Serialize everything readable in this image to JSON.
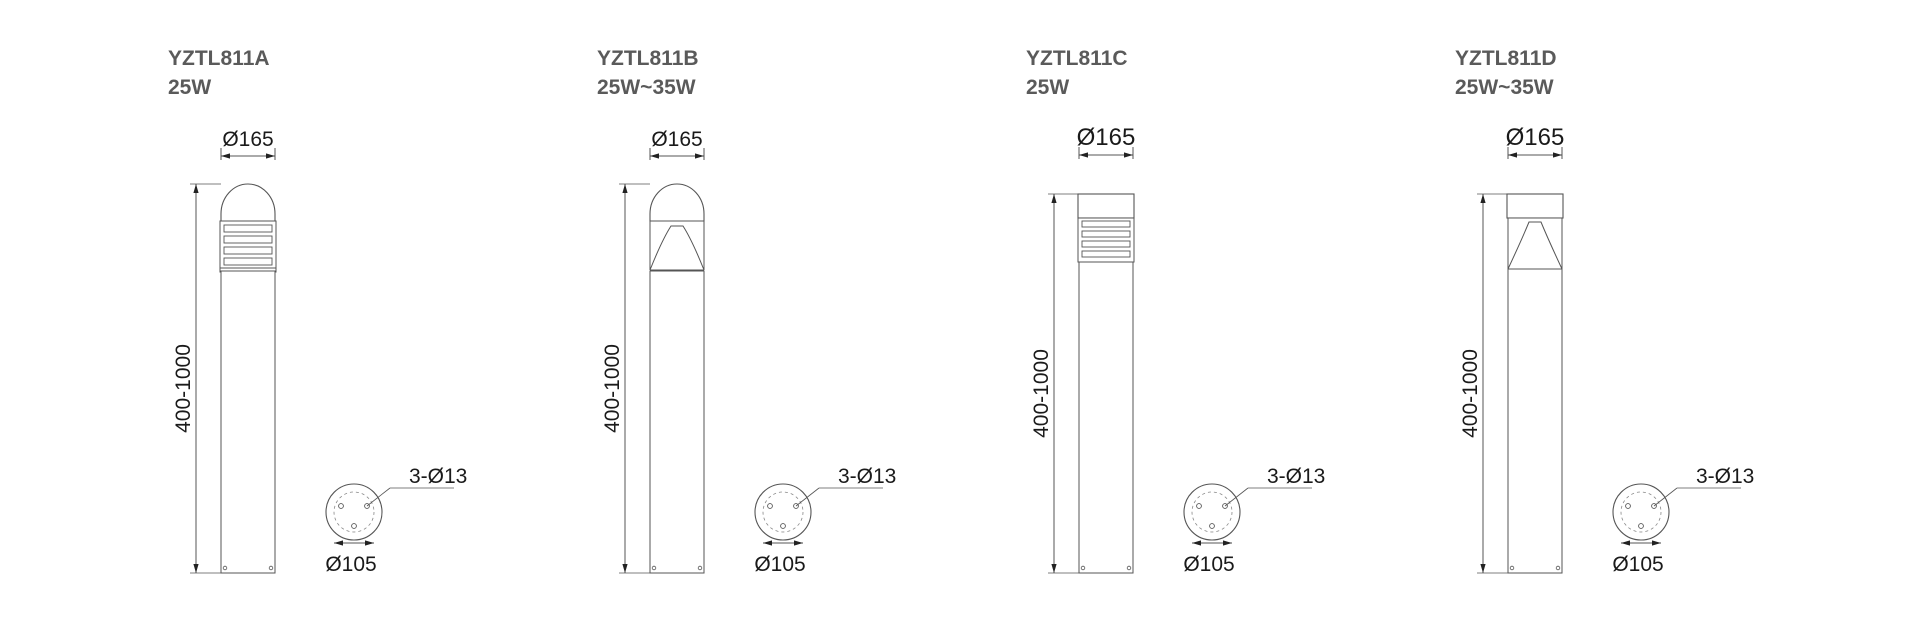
{
  "products": [
    {
      "model": "YZTL811A",
      "power": "25W",
      "top_diameter": "Ø165",
      "height_range": "400-1000",
      "bolt_holes": "3-Ø13",
      "base_diameter": "Ø105",
      "head_style": "dome-louver"
    },
    {
      "model": "YZTL811B",
      "power": "25W~35W",
      "top_diameter": "Ø165",
      "height_range": "400-1000",
      "bolt_holes": "3-Ø13",
      "base_diameter": "Ø105",
      "head_style": "dome-flared"
    },
    {
      "model": "YZTL811C",
      "power": "25W",
      "top_diameter": "Ø165",
      "height_range": "400-1000",
      "bolt_holes": "3-Ø13",
      "base_diameter": "Ø105",
      "head_style": "flat-louver"
    },
    {
      "model": "YZTL811D",
      "power": "25W~35W",
      "top_diameter": "Ø165",
      "height_range": "400-1000",
      "bolt_holes": "3-Ø13",
      "base_diameter": "Ø105",
      "head_style": "flat-flared"
    }
  ],
  "colors": {
    "title": "#5a5a5a",
    "line": "#555555",
    "text": "#1a1a1a"
  }
}
